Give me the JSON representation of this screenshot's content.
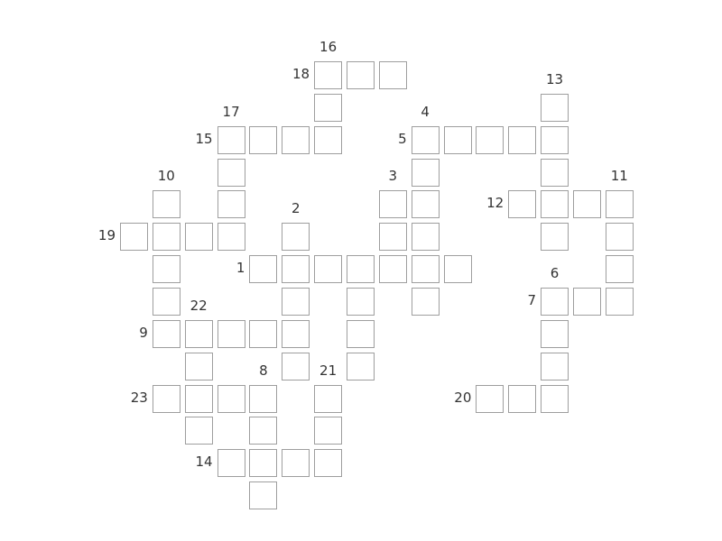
{
  "crossword": {
    "border_color": "#9e9e9e",
    "cells": [
      {
        "r": 0,
        "c": 6
      },
      {
        "r": 0,
        "c": 7
      },
      {
        "r": 0,
        "c": 8
      },
      {
        "r": 1,
        "c": 6
      },
      {
        "r": 1,
        "c": 13
      },
      {
        "r": 2,
        "c": 3
      },
      {
        "r": 2,
        "c": 4
      },
      {
        "r": 2,
        "c": 5
      },
      {
        "r": 2,
        "c": 6
      },
      {
        "r": 2,
        "c": 9
      },
      {
        "r": 2,
        "c": 10
      },
      {
        "r": 2,
        "c": 11
      },
      {
        "r": 2,
        "c": 12
      },
      {
        "r": 2,
        "c": 13
      },
      {
        "r": 3,
        "c": 3
      },
      {
        "r": 3,
        "c": 9
      },
      {
        "r": 3,
        "c": 13
      },
      {
        "r": 4,
        "c": 1
      },
      {
        "r": 4,
        "c": 3
      },
      {
        "r": 4,
        "c": 8
      },
      {
        "r": 4,
        "c": 9
      },
      {
        "r": 4,
        "c": 12
      },
      {
        "r": 4,
        "c": 13
      },
      {
        "r": 4,
        "c": 14
      },
      {
        "r": 4,
        "c": 15
      },
      {
        "r": 5,
        "c": 0
      },
      {
        "r": 5,
        "c": 1
      },
      {
        "r": 5,
        "c": 2
      },
      {
        "r": 5,
        "c": 3
      },
      {
        "r": 5,
        "c": 5
      },
      {
        "r": 5,
        "c": 8
      },
      {
        "r": 5,
        "c": 9
      },
      {
        "r": 5,
        "c": 13
      },
      {
        "r": 5,
        "c": 15
      },
      {
        "r": 6,
        "c": 1
      },
      {
        "r": 6,
        "c": 4
      },
      {
        "r": 6,
        "c": 5
      },
      {
        "r": 6,
        "c": 6
      },
      {
        "r": 6,
        "c": 7
      },
      {
        "r": 6,
        "c": 8
      },
      {
        "r": 6,
        "c": 9
      },
      {
        "r": 6,
        "c": 10
      },
      {
        "r": 6,
        "c": 15
      },
      {
        "r": 7,
        "c": 1
      },
      {
        "r": 7,
        "c": 5
      },
      {
        "r": 7,
        "c": 7
      },
      {
        "r": 7,
        "c": 9
      },
      {
        "r": 7,
        "c": 13
      },
      {
        "r": 7,
        "c": 14
      },
      {
        "r": 7,
        "c": 15
      },
      {
        "r": 8,
        "c": 1
      },
      {
        "r": 8,
        "c": 2
      },
      {
        "r": 8,
        "c": 3
      },
      {
        "r": 8,
        "c": 4
      },
      {
        "r": 8,
        "c": 5
      },
      {
        "r": 8,
        "c": 7
      },
      {
        "r": 8,
        "c": 13
      },
      {
        "r": 9,
        "c": 2
      },
      {
        "r": 9,
        "c": 5
      },
      {
        "r": 9,
        "c": 7
      },
      {
        "r": 9,
        "c": 13
      },
      {
        "r": 10,
        "c": 1
      },
      {
        "r": 10,
        "c": 2
      },
      {
        "r": 10,
        "c": 3
      },
      {
        "r": 10,
        "c": 4
      },
      {
        "r": 10,
        "c": 6
      },
      {
        "r": 10,
        "c": 11
      },
      {
        "r": 10,
        "c": 12
      },
      {
        "r": 10,
        "c": 13
      },
      {
        "r": 11,
        "c": 2
      },
      {
        "r": 11,
        "c": 4
      },
      {
        "r": 11,
        "c": 6
      },
      {
        "r": 12,
        "c": 3
      },
      {
        "r": 12,
        "c": 4
      },
      {
        "r": 12,
        "c": 5
      },
      {
        "r": 12,
        "c": 6
      },
      {
        "r": 13,
        "c": 4
      }
    ],
    "numbers": [
      {
        "n": "16",
        "r": 0,
        "c": 6,
        "pos": "top"
      },
      {
        "n": "18",
        "r": 0,
        "c": 6,
        "pos": "left"
      },
      {
        "n": "13",
        "r": 1,
        "c": 13,
        "pos": "top"
      },
      {
        "n": "17",
        "r": 2,
        "c": 3,
        "pos": "top"
      },
      {
        "n": "15",
        "r": 2,
        "c": 3,
        "pos": "left"
      },
      {
        "n": "4",
        "r": 2,
        "c": 9,
        "pos": "top"
      },
      {
        "n": "5",
        "r": 2,
        "c": 9,
        "pos": "left"
      },
      {
        "n": "10",
        "r": 4,
        "c": 1,
        "pos": "top"
      },
      {
        "n": "3",
        "r": 4,
        "c": 8,
        "pos": "top"
      },
      {
        "n": "11",
        "r": 4,
        "c": 15,
        "pos": "top"
      },
      {
        "n": "12",
        "r": 4,
        "c": 12,
        "pos": "left"
      },
      {
        "n": "2",
        "r": 5,
        "c": 5,
        "pos": "top"
      },
      {
        "n": "19",
        "r": 5,
        "c": 0,
        "pos": "left"
      },
      {
        "n": "1",
        "r": 6,
        "c": 4,
        "pos": "left"
      },
      {
        "n": "6",
        "r": 7,
        "c": 13,
        "pos": "top"
      },
      {
        "n": "7",
        "r": 7,
        "c": 13,
        "pos": "left"
      },
      {
        "n": "22",
        "r": 8,
        "c": 2,
        "pos": "top"
      },
      {
        "n": "9",
        "r": 8,
        "c": 1,
        "pos": "left"
      },
      {
        "n": "8",
        "r": 10,
        "c": 4,
        "pos": "top"
      },
      {
        "n": "21",
        "r": 10,
        "c": 6,
        "pos": "top"
      },
      {
        "n": "23",
        "r": 10,
        "c": 1,
        "pos": "left"
      },
      {
        "n": "20",
        "r": 10,
        "c": 11,
        "pos": "left"
      },
      {
        "n": "14",
        "r": 12,
        "c": 3,
        "pos": "left"
      }
    ]
  }
}
